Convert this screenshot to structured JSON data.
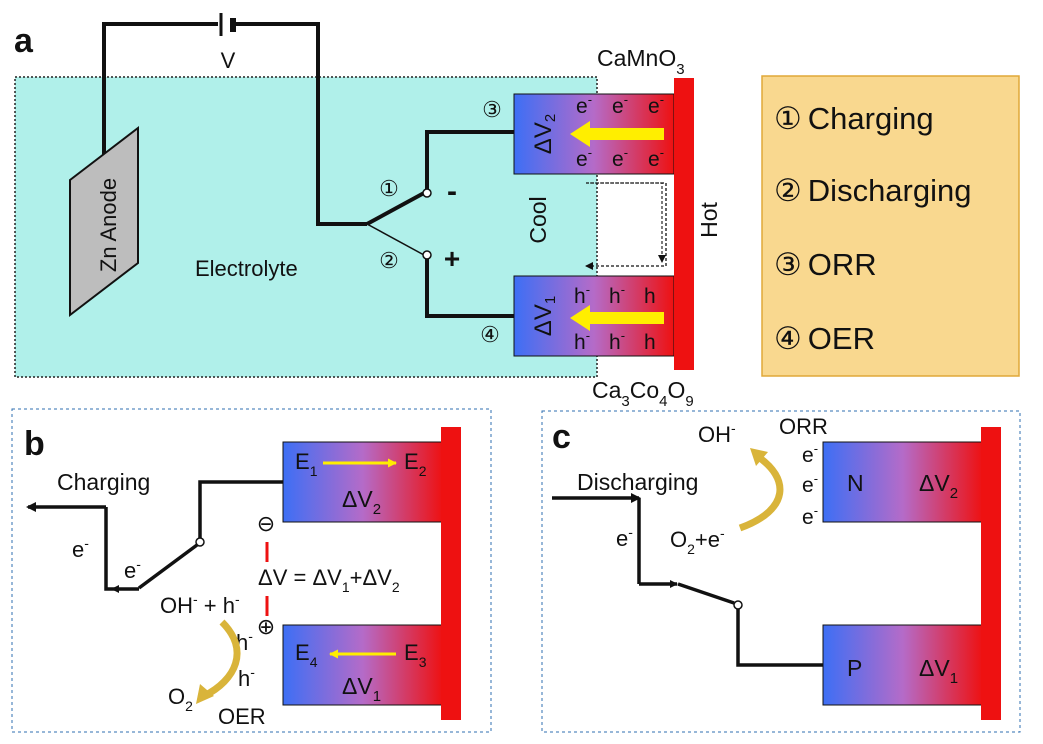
{
  "panel_a": {
    "letter": "a",
    "voltage": "V",
    "anode": "Zn Anode",
    "electrolyte": "Electrolyte",
    "cool": "Cool",
    "hot": "Hot",
    "minus": "-",
    "plus": "+",
    "cathode_top": {
      "base": "CaMnO",
      "sub": "3"
    },
    "cathode_bottom": {
      "p1": "Ca",
      "s1": "3",
      "p2": "Co",
      "s2": "4",
      "p3": "O",
      "s3": "9"
    },
    "dv_top": {
      "base": "ΔV",
      "sub": "2"
    },
    "dv_bottom": {
      "base": "ΔV",
      "sub": "1"
    },
    "carrier_e": {
      "base": "e",
      "sup": "-"
    },
    "carrier_h": {
      "base": "h",
      "sup": "-"
    },
    "n1": "①",
    "n2": "②",
    "n3": "③",
    "n4": "④",
    "legend": [
      {
        "num": "①",
        "text": "Charging"
      },
      {
        "num": "②",
        "text": "Discharging"
      },
      {
        "num": "③",
        "text": "ORR"
      },
      {
        "num": "④",
        "text": "OER"
      }
    ]
  },
  "panel_b": {
    "letter": "b",
    "charging": "Charging",
    "e_minus": {
      "base": "e",
      "sup": "-"
    },
    "E1": {
      "base": "E",
      "sub": "1"
    },
    "E2": {
      "base": "E",
      "sub": "2"
    },
    "E3": {
      "base": "E",
      "sub": "3"
    },
    "E4": {
      "base": "E",
      "sub": "4"
    },
    "dv2": {
      "base": "ΔV",
      "sub": "2"
    },
    "dv1": {
      "base": "ΔV",
      "sub": "1"
    },
    "minus_circle": "⊖",
    "plus_circle": "⊕",
    "dv_eq": {
      "t1": "ΔV = ΔV",
      "s1": "1",
      "t2": "+ΔV",
      "s2": "2"
    },
    "oh_h": {
      "t1": "OH",
      "sup1": "-",
      "t2": " + h",
      "sup2": "-"
    },
    "h_minus": {
      "base": "h",
      "sup": "-"
    },
    "o2": {
      "base": "O",
      "sub": "2"
    },
    "oer": "OER"
  },
  "panel_c": {
    "letter": "c",
    "discharging": "Discharging",
    "oh": {
      "base": "OH",
      "sup": "-"
    },
    "orr": "ORR",
    "e_minus": {
      "base": "e",
      "sup": "-"
    },
    "o2e": {
      "t1": "O",
      "sub": "2",
      "t2": "+e",
      "sup": "-"
    },
    "N": "N",
    "P": "P",
    "dv2": {
      "base": "ΔV",
      "sub": "2"
    },
    "dv1": {
      "base": "ΔV",
      "sub": "1"
    }
  },
  "colors": {
    "electrolyte": "#b0f0ea",
    "legend_bg": "#f9d88f",
    "legend_border": "#e0a838",
    "hot_red": "#ee1111",
    "blue": "#3d6ff5",
    "wire": "#111111",
    "arrow_yellow": "#ffee00",
    "curve_gold": "#d9b43a",
    "panel_border": "#2f6fb0",
    "anode_gray": "#bdbdbd"
  }
}
